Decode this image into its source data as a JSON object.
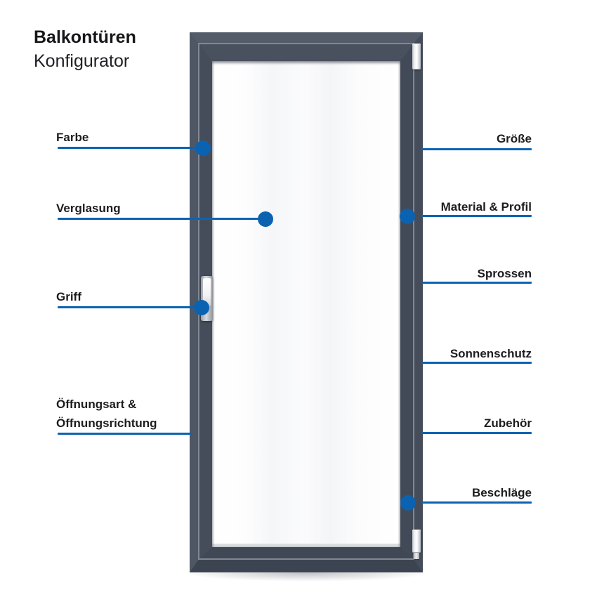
{
  "header": {
    "title": "Balkontüren",
    "subtitle": "Konfigurator"
  },
  "door_preview": {
    "description": "Anthrazitgraue Balkontür mit Glasfüllung, Griff links, Bänder rechts"
  },
  "colors": {
    "accent_blue": "#0c63b2",
    "frame_anthracite": "#474e5c",
    "glass_white": "#fafafb"
  },
  "callouts": {
    "left": [
      {
        "label": "Farbe"
      },
      {
        "label": "Verglasung"
      },
      {
        "label": "Griff"
      },
      {
        "label": "Öffnungsart & Öffnungsrichtung"
      }
    ],
    "right": [
      {
        "label": "Größe"
      },
      {
        "label": "Material & Profil"
      },
      {
        "label": "Sprossen"
      },
      {
        "label": "Sonnenschutz"
      },
      {
        "label": "Zubehör"
      },
      {
        "label": "Beschläge"
      }
    ]
  }
}
